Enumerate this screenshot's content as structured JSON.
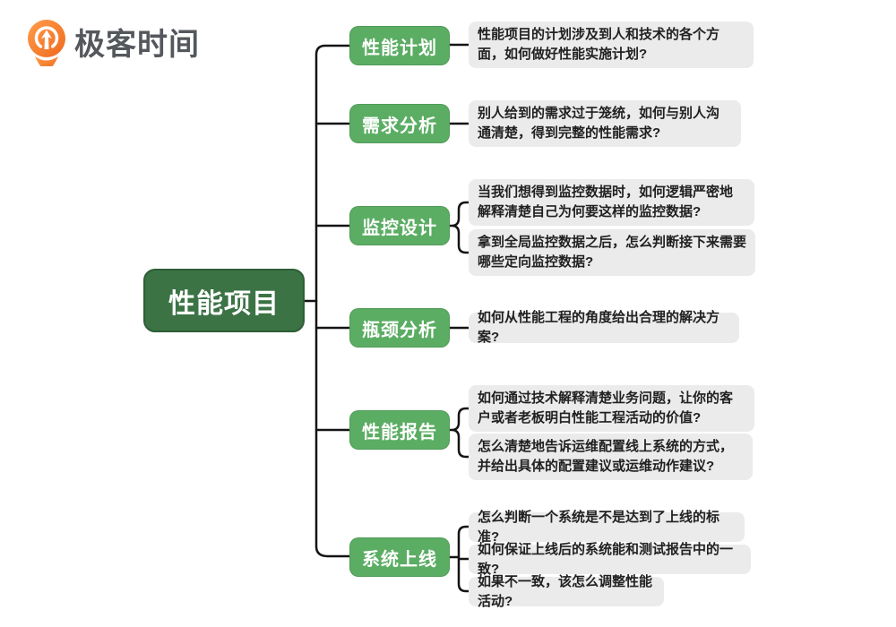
{
  "logo": {
    "text": "极客时间",
    "icon": "geektime-pin-icon"
  },
  "mindmap": {
    "root": {
      "label": "性能项目"
    },
    "branches": [
      {
        "label": "性能计划",
        "leaves": [
          "性能项目的计划涉及到人和技术的各个方面，如何做好性能实施计划?"
        ]
      },
      {
        "label": "需求分析",
        "leaves": [
          "别人给到的需求过于笼统，如何与别人沟通清楚，得到完整的性能需求?"
        ]
      },
      {
        "label": "监控设计",
        "leaves": [
          "当我们想得到监控数据时，如何逻辑严密地解释清楚自己为何要这样的监控数据?",
          "拿到全局监控数据之后，怎么判断接下来需要哪些定向监控数据?"
        ]
      },
      {
        "label": "瓶颈分析",
        "leaves": [
          "如何从性能工程的角度给出合理的解决方案?"
        ]
      },
      {
        "label": "性能报告",
        "leaves": [
          "如何通过技术解释清楚业务问题，让你的客户或者老板明白性能工程活动的价值?",
          "怎么清楚地告诉运维配置线上系统的方式，并给出具体的配置建议或运维动作建议?"
        ]
      },
      {
        "label": "系统上线",
        "leaves": [
          "怎么判断一个系统是不是达到了上线的标准?",
          "如何保证上线后的系统能和测试报告中的一致?",
          "如果不一致，该怎么调整性能活动?"
        ]
      }
    ]
  },
  "colors": {
    "root_bg": "#3B7345",
    "branch_bg": "#5BAD63",
    "leaf_bg": "#EBEBEB",
    "line": "#141414",
    "logo_orange_light": "#FF9C4A",
    "logo_orange_dark": "#F0691E",
    "logo_text": "#54575C"
  }
}
